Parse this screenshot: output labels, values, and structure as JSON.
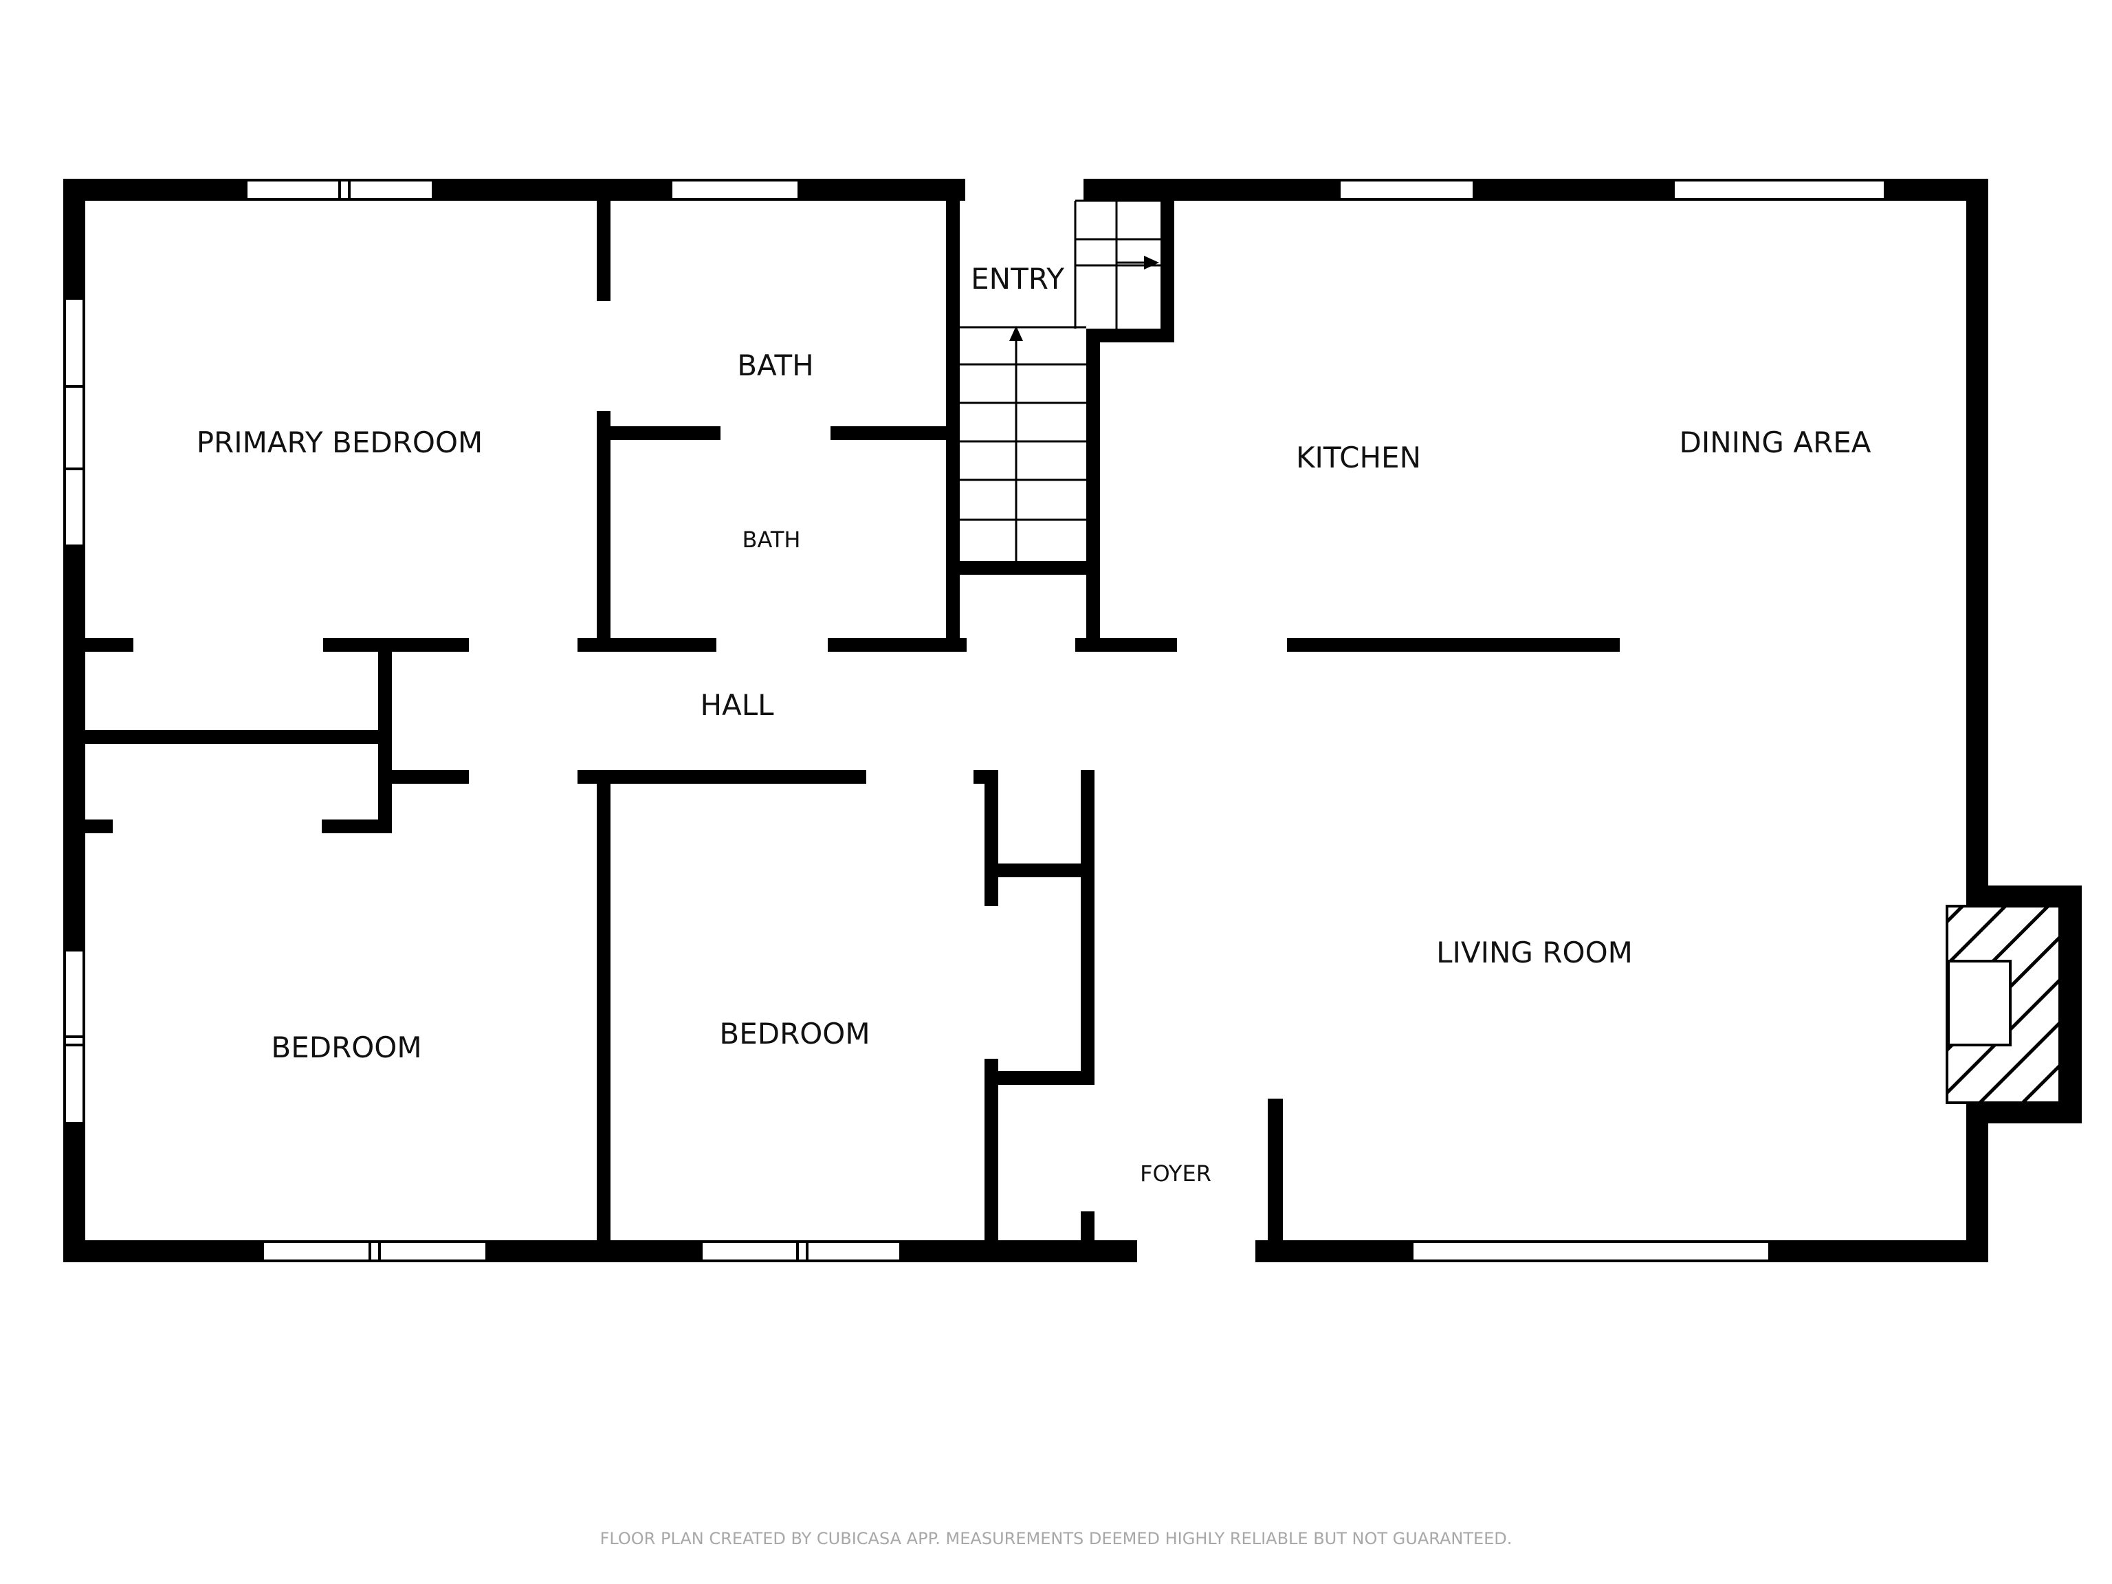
{
  "plan": {
    "colors": {
      "wall": "#000000",
      "background": "#ffffff",
      "window": "#ffffff",
      "label": "#111111",
      "footer": "#a8a8a8"
    },
    "rooms": {
      "primary_bedroom": "PRIMARY BEDROOM",
      "bath_upper": "BATH",
      "bath_lower": "BATH",
      "entry": "ENTRY",
      "kitchen": "KITCHEN",
      "dining_area": "DINING AREA",
      "hall": "HALL",
      "bedroom_left": "BEDROOM",
      "bedroom_middle": "BEDROOM",
      "living_room": "LIVING ROOM",
      "foyer": "FOYER"
    },
    "icons": {
      "stairs": "stairs-icon",
      "stair_direction": "arrow-icon",
      "fireplace": "fireplace-icon"
    },
    "footer_note": "FLOOR PLAN CREATED BY CUBICASA APP. MEASUREMENTS DEEMED HIGHLY RELIABLE BUT NOT GUARANTEED."
  }
}
